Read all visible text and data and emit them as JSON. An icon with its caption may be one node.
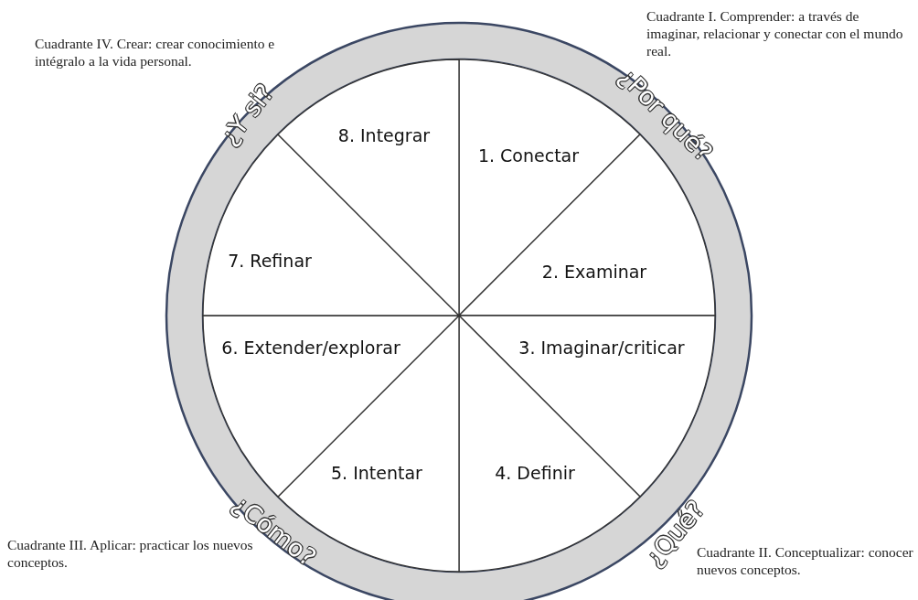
{
  "diagram": {
    "nodes": [
      {
        "text": [
          "1. Conectar"
        ]
      },
      {
        "text": [
          "2. Examinar"
        ]
      },
      {
        "text": [
          "3. Imaginar/criticar"
        ]
      },
      {
        "text": [
          "4. Definir"
        ]
      },
      {
        "text": [
          "5. Intentar"
        ]
      },
      {
        "text": [
          "6. Extender/explorar"
        ]
      },
      {
        "text": [
          "7. Refinar"
        ]
      },
      {
        "text": [
          "8. Integrar"
        ]
      }
    ],
    "labels": [
      "Cuadrante I. Comprender: a través de imaginar, relacionar y conectar con el mundo real.",
      "Cuadrante IV. Crear: crear conocimiento e intégralo a la vida personal.",
      "¿Y si?",
      "¿Por qué?",
      "¿Cómo?",
      "¿Qué?",
      "Cuadrante III. Aplicar: practicar los nuevos conceptos.",
      "Cuadrante II. Conceptualizar: conocer nuevos conceptos."
    ]
  }
}
